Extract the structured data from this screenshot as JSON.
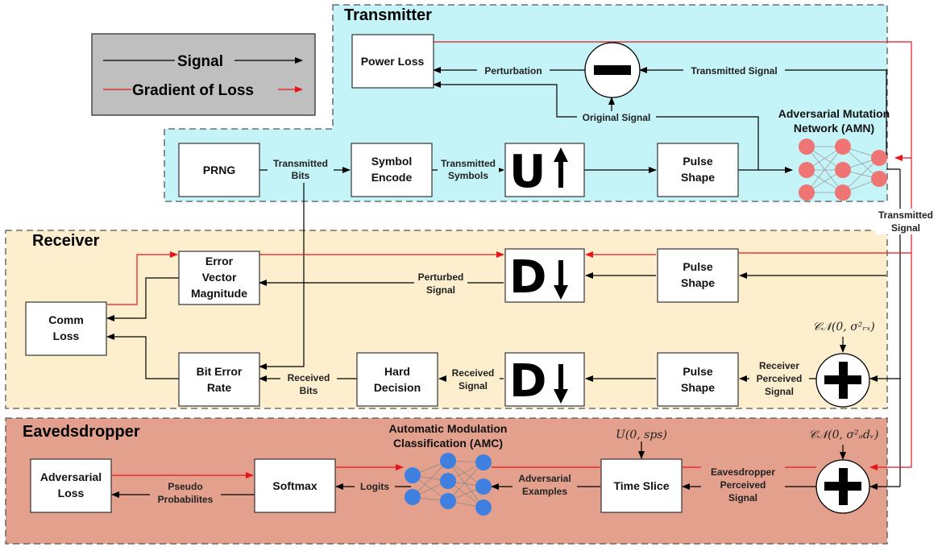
{
  "legend": {
    "signal": "Signal",
    "gradient": "Gradient of Loss"
  },
  "regions": {
    "transmitter": "Transmitter",
    "receiver": "Receiver",
    "eavesdropper": "Eavedsdropper"
  },
  "blocks": {
    "power_loss": "Power Loss",
    "prng": "PRNG",
    "symbol_encode": [
      "Symbol",
      "Encode"
    ],
    "upsample": "U",
    "pulse_shape": [
      "Pulse",
      "Shape"
    ],
    "amn": [
      "Adversarial Mutation",
      "Network (AMN)"
    ],
    "evm": [
      "Error",
      "Vector",
      "Magnitude"
    ],
    "comm_loss": [
      "Comm",
      "Loss"
    ],
    "ber": [
      "Bit Error",
      "Rate"
    ],
    "hard_decision": [
      "Hard",
      "Decision"
    ],
    "downsample": "D",
    "adv_loss": [
      "Adversarial",
      "Loss"
    ],
    "softmax": "Softmax",
    "amc": [
      "Automatic Modulation",
      "Classification (AMC)"
    ],
    "time_slice": "Time Slice"
  },
  "labels": {
    "perturbation": "Perturbation",
    "transmitted_signal": "Transmitted Signal",
    "original_signal": "Original Signal",
    "transmitted_bits": [
      "Transmitted",
      "Bits"
    ],
    "transmitted_symbols": [
      "Transmitted",
      "Symbols"
    ],
    "transmitted_signal_right": [
      "Transmitted",
      "Signal"
    ],
    "perturbed_signal": [
      "Perturbed",
      "Signal"
    ],
    "received_signal": [
      "Received",
      "Signal"
    ],
    "received_bits": [
      "Received",
      "Bits"
    ],
    "receiver_perceived": [
      "Receiver",
      "Perceived",
      "Signal"
    ],
    "eaves_perceived": [
      "Eavesdropper",
      "Perceived",
      "Signal"
    ],
    "logits": "Logits",
    "pseudo_prob": [
      "Pseudo",
      "Probabilites"
    ],
    "adv_examples": [
      "Adversarial",
      "Examples"
    ]
  },
  "math": {
    "noise_rx": "𝒞𝒩(0, σ²ᵣₓ)",
    "noise_adv": "𝒞𝒩(0, σ²ₐdᵥ)",
    "uniform": "U(0, sps)"
  },
  "colors": {
    "transmitter_bg": "#c4f3f8",
    "receiver_bg": "#fdefcd",
    "eaves_bg": "#e3a08d",
    "legend_bg": "#bfbfbf",
    "signal": "#000000",
    "gradient": "#e8141b",
    "amn_node": "#ef7474",
    "amc_node": "#3f7fe0"
  }
}
